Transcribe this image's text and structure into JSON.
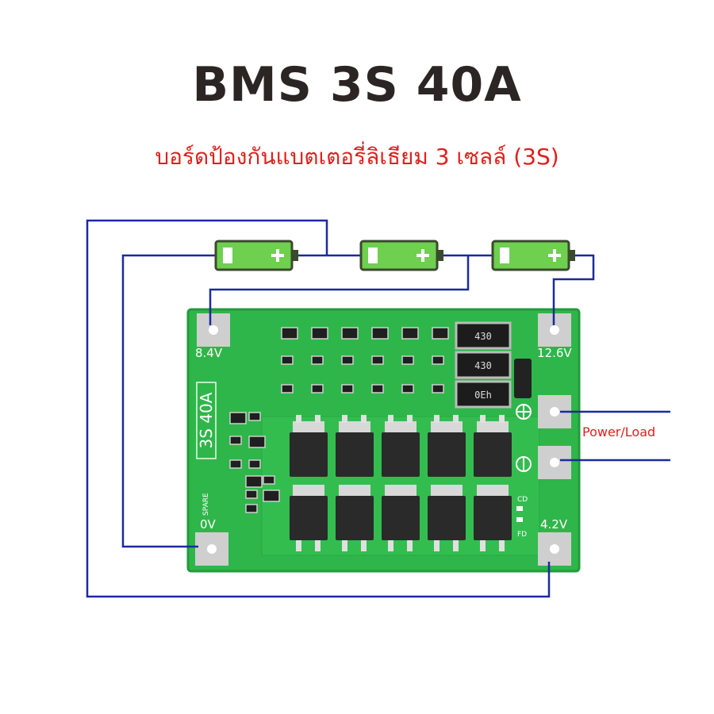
{
  "title": "BMS 3S 40A",
  "subtitle": "บอร์ดป้องกันแบตเตอรี่ลิเธียม 3 เซลล์ (3S)",
  "board": {
    "silkscreen": "3S 40A",
    "pads": {
      "b_plus_8v4": "8.4V",
      "b_plus_12v6": "12.6V",
      "b_zero": "0V",
      "b_4v2": "4.2V"
    },
    "resistors": [
      "430",
      "430",
      "0Eh"
    ],
    "indicators": [
      "CD",
      "FD"
    ],
    "spare": "SPARE"
  },
  "load": {
    "label": "Power/Load"
  },
  "colors": {
    "wire": "#1b2a9e",
    "pcb": "#2fb64a",
    "cell": "#6fcf4f",
    "title": "#2b2523",
    "subtitle": "#e0201c"
  }
}
